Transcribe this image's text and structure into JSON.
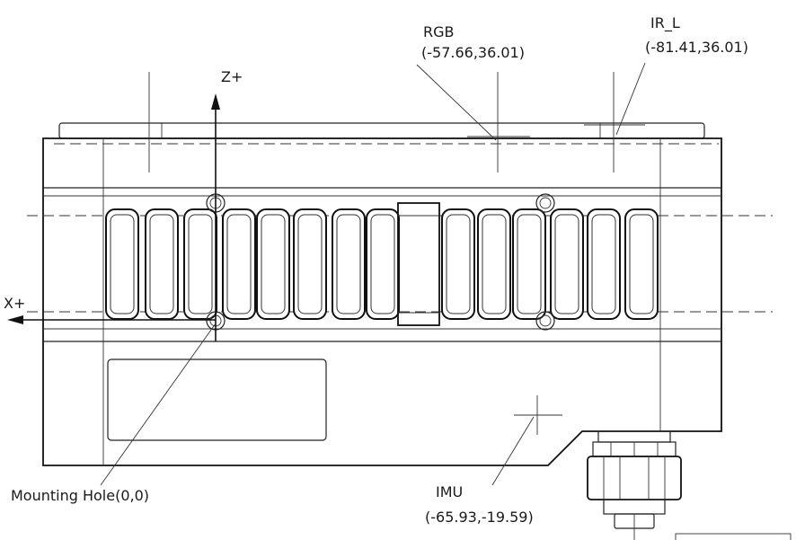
{
  "labels": {
    "rgb_name": "RGB",
    "rgb_coords": "(-57.66,36.01)",
    "irl_name": "IR_L",
    "irl_coords": "(-81.41,36.01)",
    "z_axis": "Z+",
    "x_axis": "X+",
    "mounting_hole": "Mounting Hole(0,0)",
    "imu_name": "IMU",
    "imu_coords": "(-65.93,-19.59)"
  },
  "vent_slot_count": 15
}
